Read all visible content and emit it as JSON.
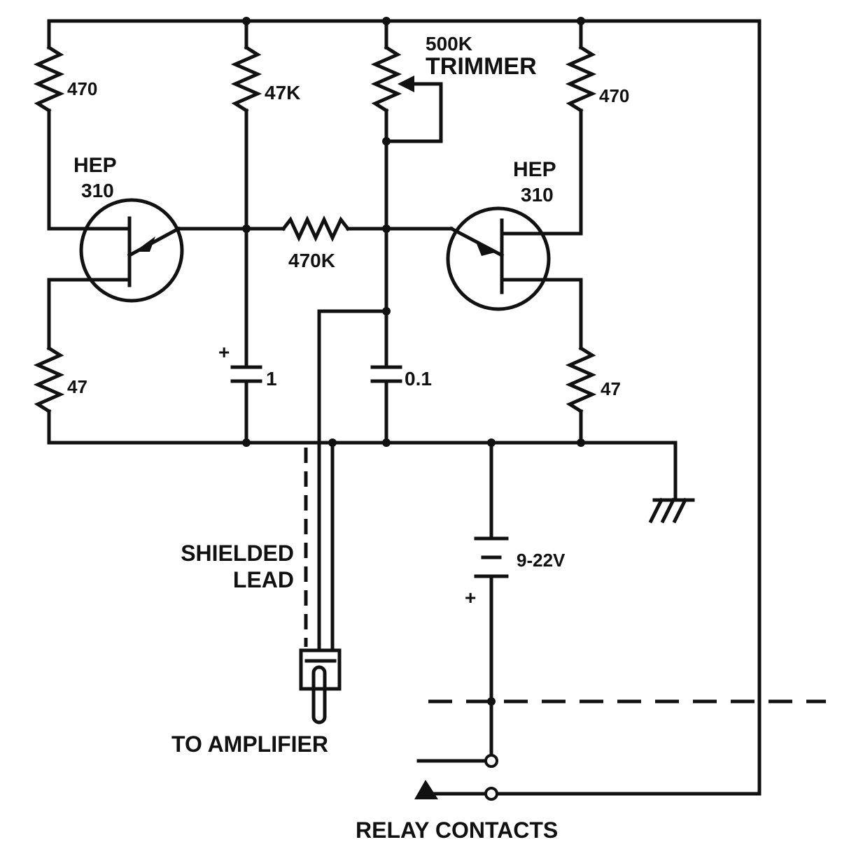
{
  "diagram": {
    "components": {
      "r_left_top": "470",
      "r_47k": "47K",
      "trimmer_value": "500K",
      "trimmer_word": "TRIMMER",
      "r_right_top": "470",
      "q_left_line1": "HEP",
      "q_left_line2": "310",
      "q_right_line1": "HEP",
      "q_right_line2": "310",
      "r_470k": "470K",
      "c_left_plus": "+",
      "c_left_value": "1",
      "c_mid_value": "0.1",
      "r_left_bottom": "47",
      "r_right_bottom": "47",
      "battery_value": "9-22V",
      "battery_plus": "+"
    },
    "labels": {
      "shielded_line1": "SHIELDED",
      "shielded_line2": "LEAD",
      "to_amplifier": "TO AMPLIFIER",
      "relay_contacts": "RELAY CONTACTS"
    }
  }
}
